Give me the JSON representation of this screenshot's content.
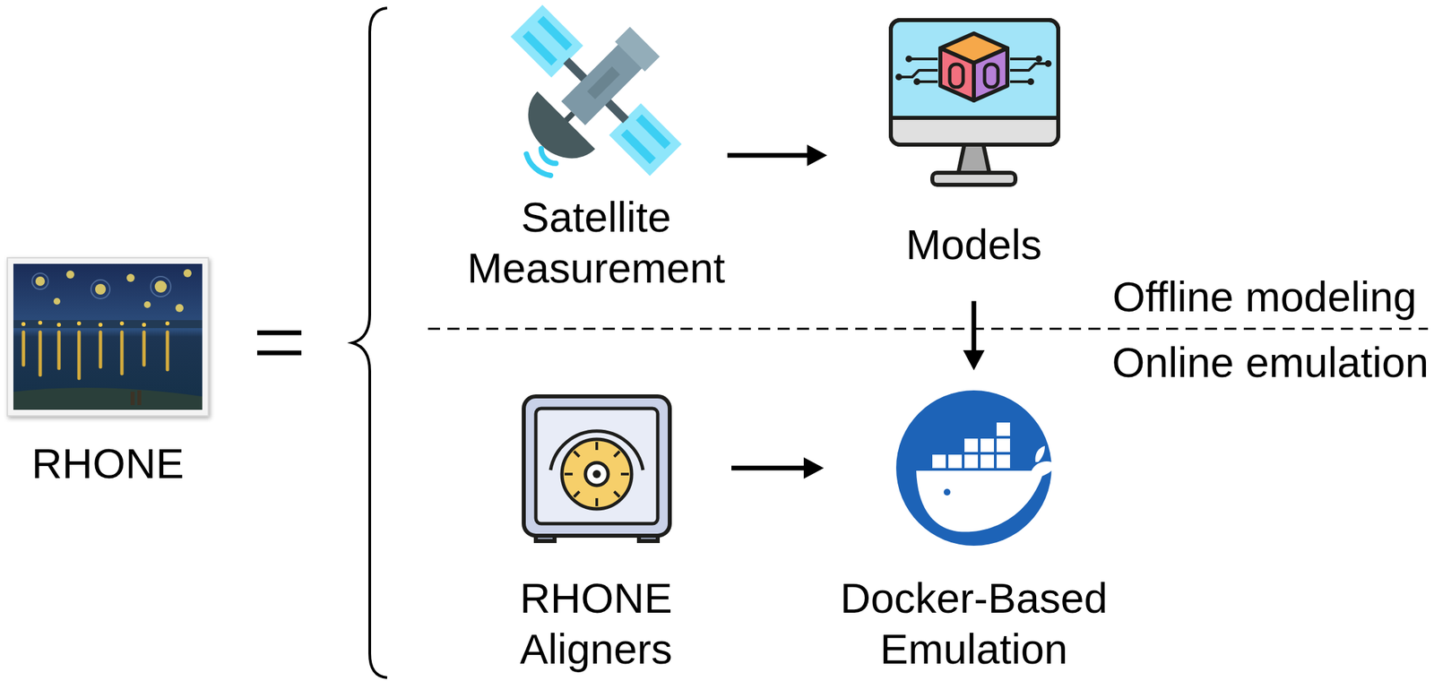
{
  "diagram": {
    "nodes": [
      {
        "text": [
          "RHONE"
        ]
      },
      {
        "text": [
          "Satellite Measurement"
        ]
      },
      {
        "text": [
          "Models"
        ]
      },
      {
        "text": [
          "RHONE Aligners"
        ]
      },
      {
        "text": [
          "Docker-Based Emulation"
        ]
      }
    ],
    "edges": [
      {
        "from": 1,
        "to": 2,
        "arrow": "to"
      },
      {
        "from": 2,
        "to": 4,
        "arrow": "to"
      },
      {
        "from": 3,
        "to": 4,
        "arrow": "to"
      }
    ],
    "labels": [
      "Offline modeling",
      "Online emulation"
    ]
  }
}
